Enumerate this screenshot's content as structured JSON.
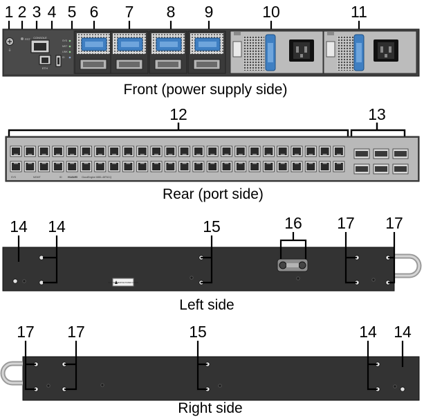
{
  "callouts": {
    "n1": "1",
    "n2": "2",
    "n3": "3",
    "n4": "4",
    "n5": "5",
    "n6": "6",
    "n7": "7",
    "n8": "8",
    "n9": "9",
    "n10": "10",
    "n11": "11",
    "n12": "12",
    "n13": "13",
    "n14": "14",
    "n15": "15",
    "n16": "16",
    "n17": "17"
  },
  "captions": {
    "front": "Front (power supply side)",
    "rear": "Rear (port side)",
    "left": "Left side",
    "right": "Right side"
  },
  "panel_text": {
    "console": "CONSOLE",
    "eth": "ETH",
    "rst": "RST",
    "mgmt": "MGMT",
    "sys": "SYS",
    "id": "ID",
    "sys_led": "SYS",
    "mst_led": "MST",
    "link_led": "LINK",
    "id_led": "ID",
    "brand": "HUAWEI",
    "model": "CloudEngine 6881-48T6CQ",
    "warning": "CAUTION: REMOVE POWER CORDS"
  }
}
